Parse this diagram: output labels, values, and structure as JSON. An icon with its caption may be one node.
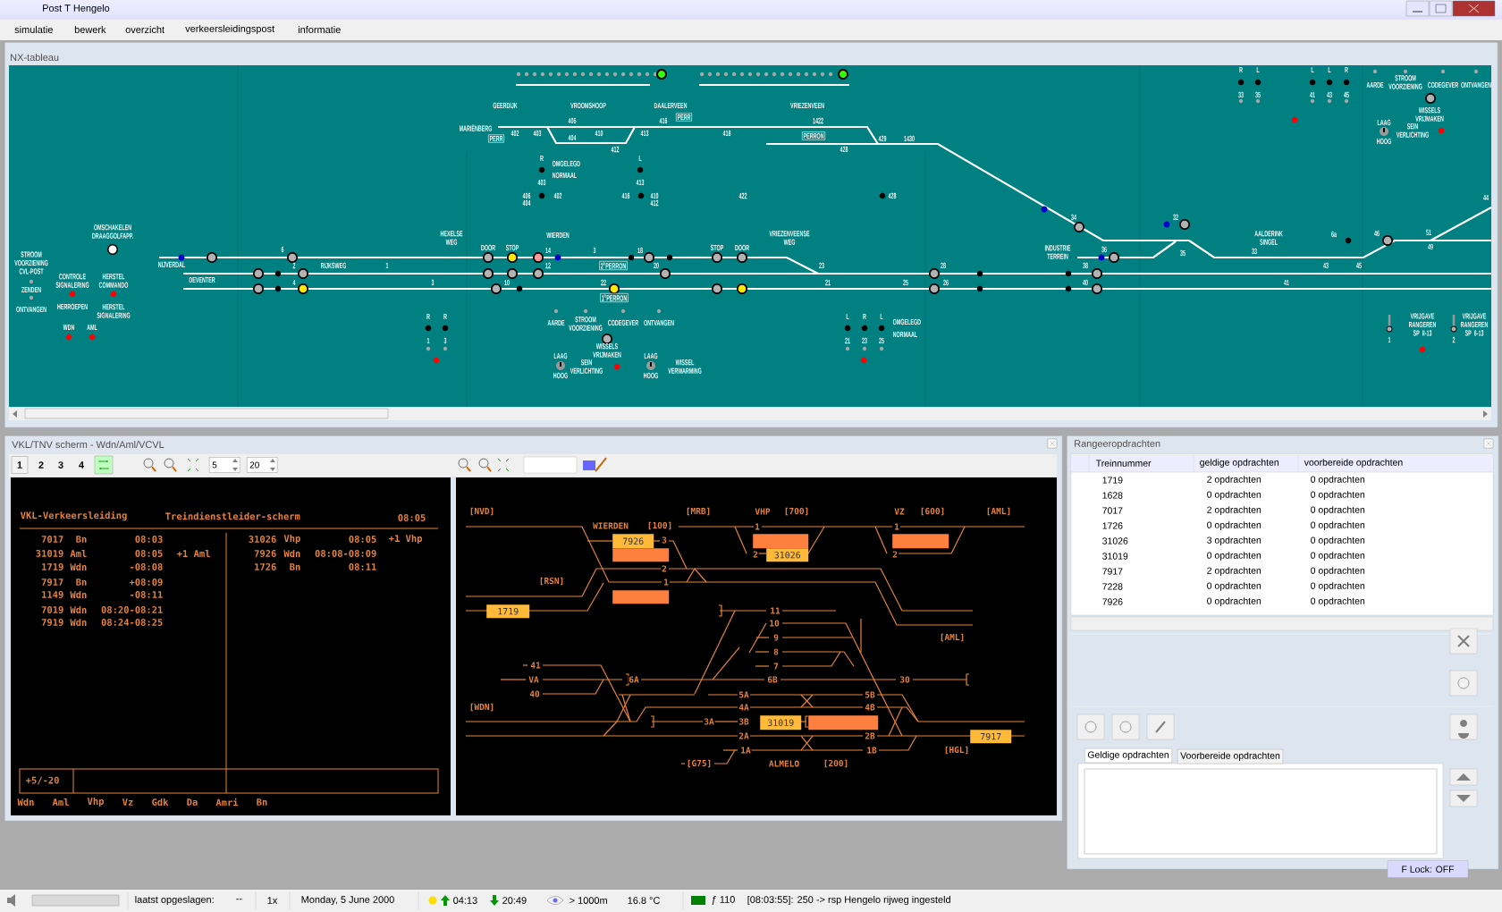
{
  "diagram": {
    "title": "Post T Hengelo",
    "nodes": [
      {
        "text": [
          "NX-tableau"
        ]
      },
      {
        "text": [
          "VKL/TNV scherm - Wdn/Aml/VCVL"
        ]
      },
      {
        "text": [
          "Rangeeropdrachten"
        ]
      },
      {
        "text": [
          "7926"
        ],
        "in": 1
      },
      {
        "text": [],
        "shape": "box",
        "in": 1
      },
      {
        "text": [],
        "shape": "box",
        "in": 1
      },
      {
        "text": [],
        "shape": "box",
        "in": 1
      },
      {
        "text": [
          "31026"
        ],
        "in": 1
      },
      {
        "text": [],
        "shape": "box",
        "in": 1
      },
      {
        "text": [
          "1719"
        ],
        "in": 1
      },
      {
        "text": [
          "31019"
        ],
        "in": 1
      },
      {
        "text": [],
        "shape": "box",
        "in": 1
      },
      {
        "text": [
          "7917"
        ],
        "in": 1
      }
    ],
    "labels": [
      "simulatie",
      "bewerk",
      "overzicht",
      "verkeersleidingspost",
      "informatie",
      "R",
      "L",
      "L",
      "L",
      "R",
      "33",
      "35",
      "41",
      "43",
      "45",
      "AARDE",
      "STROOM VOORZIENING",
      "CODEGEVER",
      "ONTVANGEN",
      "GEERDIJK",
      "VROOMSHOOP",
      "DAALERVEEN",
      "VRIEZENVEEN",
      "WISSELS VRIJMAKEN",
      "LAAG",
      "SEIN VERLICHTING",
      "HOOG",
      "PERR",
      "406",
      "416",
      "1422",
      "MARIËNBERG",
      "PERR",
      "402",
      "403",
      "404",
      "410",
      "413",
      "418",
      "PERRON",
      "429",
      "1430",
      "412",
      "428",
      "R",
      "L",
      "OMGELEGD",
      "NORMAAL",
      "403",
      "413",
      "406",
      "402",
      "416",
      "410",
      "422",
      "428",
      "44",
      "404",
      "412",
      "OMSCHAKELEN DRAAGGOLFAPP.",
      "34",
      "32",
      "HEXELSE WEG",
      "WIERDEN",
      "VRIEZENVEENSE WEG",
      "AALDERINK SINGEL",
      "6a",
      "46",
      "51",
      "DOOR",
      "STOP",
      "STOP",
      "DOOR",
      "49",
      "35",
      "6",
      "14",
      "3",
      "18",
      "36",
      "33",
      "INDUSTRIE TERREIN",
      "STROOM VOORZIENING CVL-POST",
      "NIJVERDAL",
      "2",
      "RIJKSWEG",
      "1",
      "12",
      "2$^{e}$PERRON",
      "20",
      "23",
      "28",
      "38",
      "43",
      "45",
      "CONTROLE SIGNALERING",
      "HERSTEL COMMANDO",
      "DEVENTER",
      "4",
      "3",
      "10",
      "22",
      "21",
      "25",
      "26",
      "40",
      "41",
      "ZENDEN",
      "1$^{e}$PERRON",
      "HERROEPEN",
      "ONTVANGEN",
      "HERSTEL SIGNALERING",
      "R",
      "R",
      "L",
      "R",
      "L",
      "AARDE",
      "STROOM VOORZIENING",
      "CODEGEVER",
      "ONTVANGEN",
      "OMGELEGD",
      "VRIJGAVE RANGEREN SP II-13",
      "VRIJGAVE RANGEREN SP 6-13",
      "WDN",
      "AML",
      "NORMAAL",
      "1",
      "3",
      "21",
      "23",
      "25",
      "1",
      "2",
      "WISSELS VRIJMAKEN",
      "LAAG",
      "SEIN VERLICHTING",
      "LAAG",
      "WISSEL VERWARMING",
      "HOOG",
      "HOOG",
      "1",
      "2",
      "3",
      "4",
      "5",
      "20",
      "VKL-Verkeersleiding",
      "Treindienstleider-scherm",
      "08:05",
      "7017",
      "Bn",
      "08:03",
      "31019",
      "Aml",
      "08:05",
      "+1 Aml",
      "1719",
      "Wdn",
      "-08:08",
      "7917",
      "Bn",
      "+08:09",
      "1149",
      "Wdn",
      "-08:11",
      "7019",
      "Wdn",
      "08:20-08:21",
      "7919",
      "Wdn",
      "08:24-08:25",
      "31026",
      "Vhp",
      "08:05",
      "+1 Vhp",
      "7926",
      "Wdn",
      "08:08-08:09",
      "1726",
      "Bn",
      "08:11",
      "+5/-20",
      "Wdn",
      "Aml",
      "Vhp",
      "Vz",
      "Gdk",
      "Da",
      "Amri",
      "Bn",
      "[NVD]",
      "WIERDEN",
      "[100]",
      "[MRB]",
      "VHP",
      "[700]",
      "VZ",
      "[600]",
      "[AML]",
      "1",
      "1",
      "3",
      "2",
      "2",
      "2",
      "[RSN]",
      "1",
      "11",
      "10",
      "9",
      "[AML]",
      "8",
      "41",
      "7",
      "VA",
      "6A",
      "6B",
      "30",
      "40",
      "5A",
      "5B",
      "[WDN]",
      "4A",
      "4B",
      "3A",
      "3B",
      "2A",
      "2B",
      "1A",
      "1B",
      "[HGL]",
      "[G75]",
      "ALMELO",
      "[200]",
      "Treinnummer",
      "geldige opdrachten",
      "voorbereide opdrachten",
      "1719",
      "2 opdrachten",
      "0 opdrachten",
      "1628",
      "0 opdrachten",
      "0 opdrachten",
      "7017",
      "2 opdrachten",
      "0 opdrachten",
      "1726",
      "0 opdrachten",
      "0 opdrachten",
      "31026",
      "3 opdrachten",
      "0 opdrachten",
      "31019",
      "0 opdrachten",
      "0 opdrachten",
      "7917",
      "2 opdrachten",
      "0 opdrachten",
      "7228",
      "0 opdrachten",
      "0 opdrachten",
      "7926",
      "0 opdrachten",
      "0 opdrachten",
      "Geldige opdrachten",
      "Voorbereide opdrachten",
      "F Lock: OFF",
      "laatst opgeslagen:",
      "--",
      "1x",
      "Monday, 5 June 2000",
      "04:13",
      "20:49",
      "> 1000m",
      "16.8 °C",
      "ƒ 110",
      "[08:03:55]: 250 -> rsp Hengelo rijweg ingesteld"
    ]
  }
}
